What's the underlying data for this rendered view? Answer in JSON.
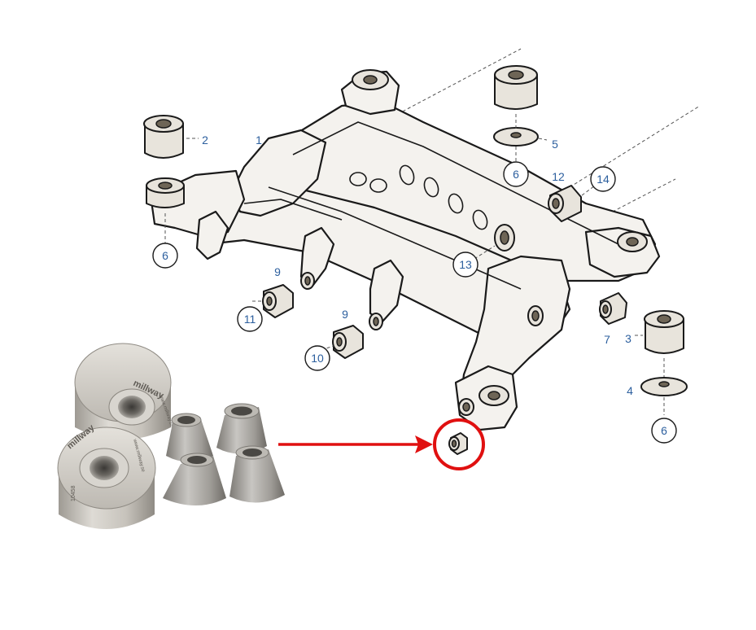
{
  "callouts": [
    {
      "id": "c1",
      "text": "1",
      "circled": false
    },
    {
      "id": "c2",
      "text": "2",
      "circled": false
    },
    {
      "id": "c3",
      "text": "3",
      "circled": false
    },
    {
      "id": "c4",
      "text": "4",
      "circled": false
    },
    {
      "id": "c5",
      "text": "5",
      "circled": false
    },
    {
      "id": "c6a",
      "text": "6",
      "circled": true
    },
    {
      "id": "c6b",
      "text": "6",
      "circled": true
    },
    {
      "id": "c6c",
      "text": "6",
      "circled": true
    },
    {
      "id": "c7",
      "text": "7",
      "circled": false
    },
    {
      "id": "c9a",
      "text": "9",
      "circled": false
    },
    {
      "id": "c9b",
      "text": "9",
      "circled": false
    },
    {
      "id": "c10",
      "text": "10",
      "circled": true
    },
    {
      "id": "c11",
      "text": "11",
      "circled": true
    },
    {
      "id": "c12",
      "text": "12",
      "circled": false
    },
    {
      "id": "c13",
      "text": "13",
      "circled": true
    },
    {
      "id": "c14",
      "text": "14",
      "circled": true
    }
  ],
  "photo": {
    "bushing_top_brand": "millway",
    "bushing_top_url": "www.millway.se",
    "bushing_bottom_brand": "millway",
    "bushing_bottom_url": "www.millway.se",
    "bushing_bottom_part": "10458"
  },
  "colors": {
    "label_blue": "#2c5f9e",
    "highlight_red": "#e01010",
    "aluminium": "#c9c6c0"
  }
}
